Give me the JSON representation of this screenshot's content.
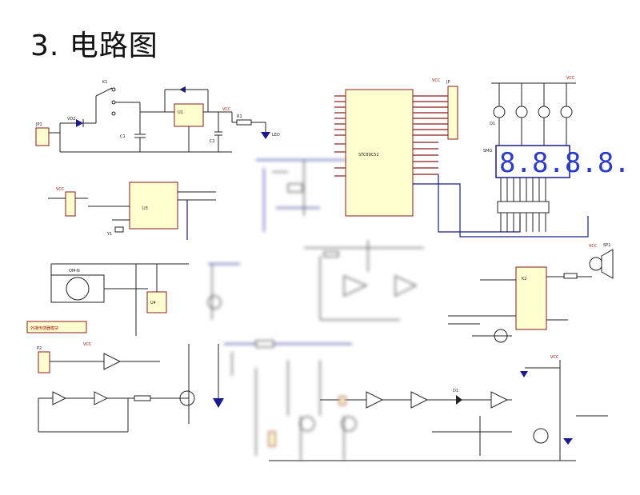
{
  "page": {
    "title": "3. 电路图"
  },
  "schematic": {
    "power_labels": [
      "VCC",
      "VCC",
      "VCC",
      "VCC",
      "VCC",
      "VCC",
      "VCC"
    ],
    "parts": {
      "jack": "JP1",
      "power_switch": "K1",
      "power_led": "VD2",
      "regulator": "U1",
      "cap_in": "C1",
      "cap_out": "C2",
      "resistor": "R1",
      "led": "LED",
      "mcu_header": "JP",
      "mcu": "STC89C52",
      "clock_chip": "U3",
      "crystal": "Y1",
      "sensor": "QM-N",
      "comparator": "U4",
      "display": "SMG",
      "relay": "K2",
      "speaker": "SP1",
      "transistor": "Q1",
      "diode": "D1",
      "sensor_module_label": "外接传感器模块",
      "sensor_header": "P2"
    },
    "display_digits": "8.8.8.8."
  }
}
